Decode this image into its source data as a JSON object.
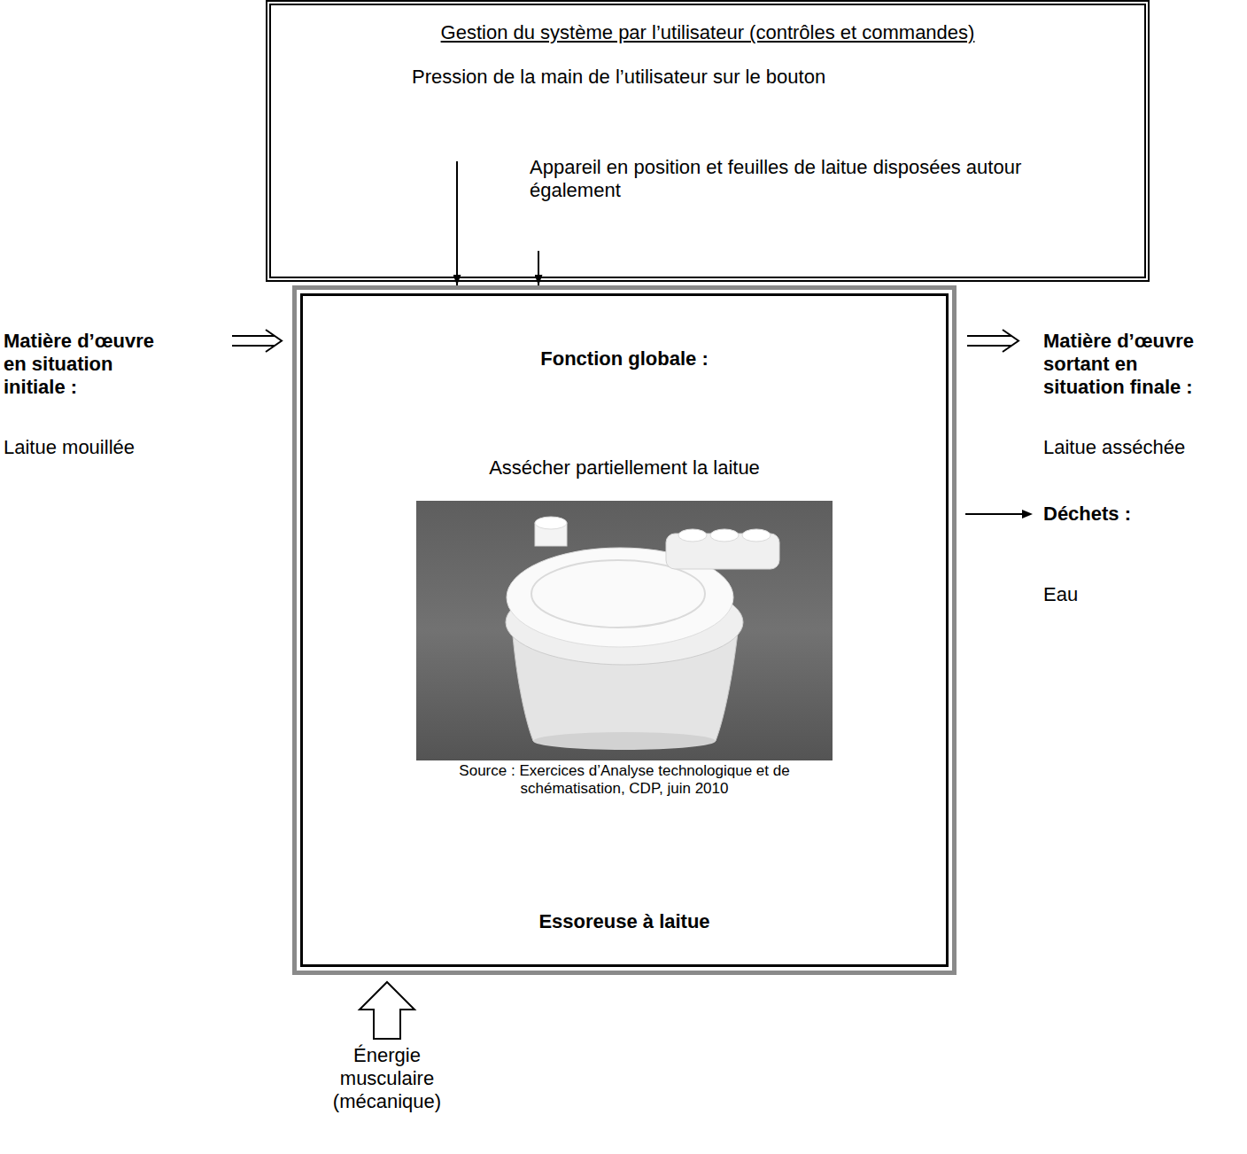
{
  "diagram": {
    "nodes": [
      {
        "text": [
          "Gestion du système par l’utilisateur (contrôles et commandes)",
          "Pression de la main de l’utilisateur sur le bouton",
          "Appareil en position et feuilles de laitue disposées autour également"
        ]
      },
      {
        "text": [
          "Fonction globale :",
          "Assécher partiellement la laitue",
          "Source : Exercices d’Analyse technologique et de schématisation, CDP, juin 2010",
          "Essoreuse à laitue"
        ]
      }
    ],
    "edges": [
      {
        "from": 0,
        "to": 1,
        "arrow": "to"
      },
      {
        "from": 0,
        "to": 1,
        "arrow": "to"
      }
    ],
    "labels": [
      "Matière d’œuvre en situation initiale :",
      "Laitue mouillée",
      "Matière d’œuvre sortant en situation finale :",
      "Laitue asséchée",
      "Déchets :",
      "Eau",
      "Énergie musculaire (mécanique)"
    ]
  }
}
